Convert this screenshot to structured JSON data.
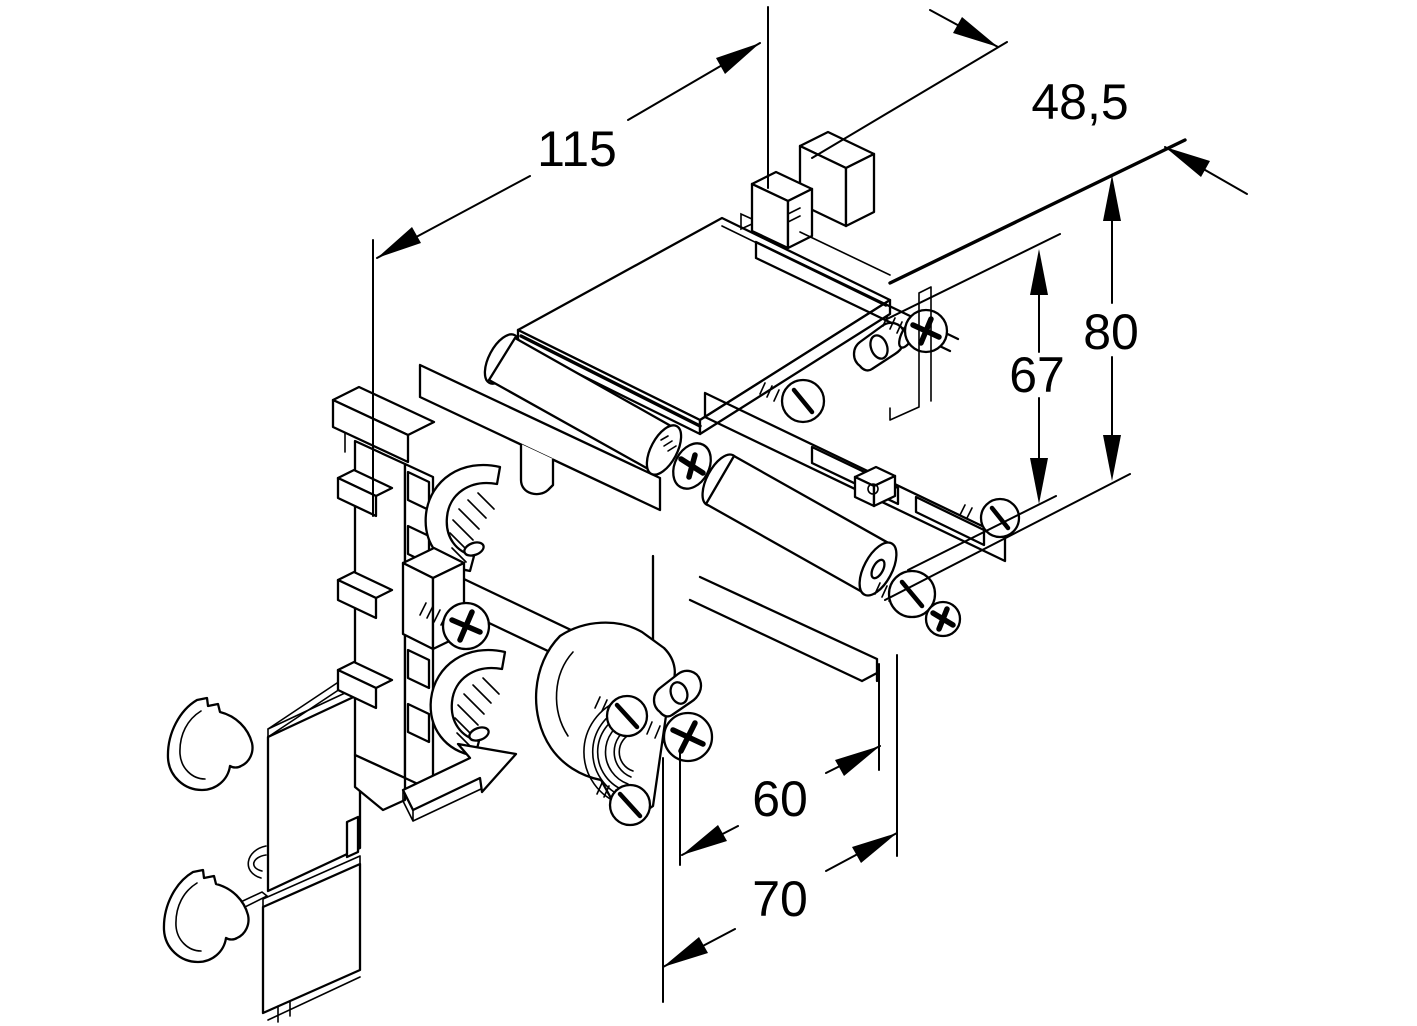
{
  "drawing": {
    "background_color": "#ffffff",
    "line_color": "#000000",
    "dimensions": {
      "overall_width": {
        "value": "115"
      },
      "top_depth": {
        "value": "48,5"
      },
      "overall_height": {
        "value": "80"
      },
      "inner_height": {
        "value": "67"
      },
      "inner_spacing": {
        "value": "60"
      },
      "outer_spacing": {
        "value": "70"
      }
    }
  }
}
